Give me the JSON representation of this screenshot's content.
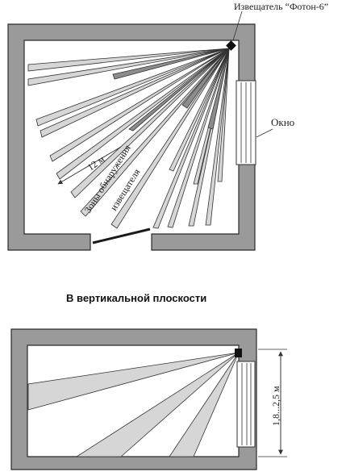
{
  "plan_view": {
    "detector_label": "Извещатель “Фотон-6”",
    "window_label": "Окно",
    "range_label": "12 м",
    "zones_label_line1": "Зоны обнаружения",
    "zones_label_line2": "извещателя"
  },
  "vertical_view": {
    "heading": "В вертикальной плоскости",
    "height_label": "1,8...2,5 м"
  },
  "colors": {
    "wall_fill": "#9a9a9a",
    "wall_stroke": "#2a2a2a",
    "zone_fill": "#d6d6d6",
    "ray_stroke": "#333333"
  }
}
